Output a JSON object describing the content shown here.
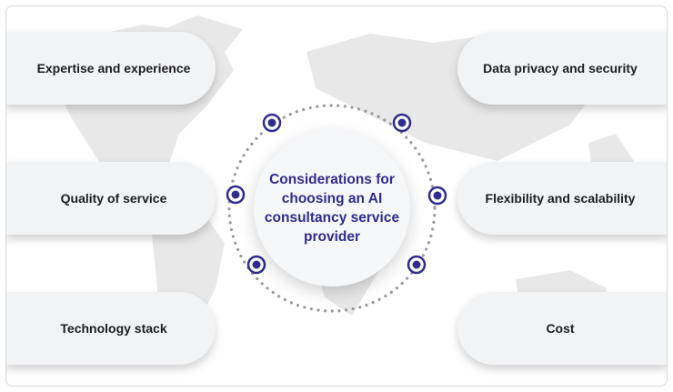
{
  "center": {
    "title": "Considerations for choosing an AI consultancy service provider"
  },
  "considerations": {
    "left": [
      "Expertise and experience",
      "Quality of service",
      "Technology stack"
    ],
    "right": [
      "Data privacy and security",
      "Flexibility and scalability",
      "Cost"
    ]
  },
  "colors": {
    "accent": "#2e2d8c",
    "ring_dots": "#9a9a9a",
    "pill_bg": "#f2f3f5",
    "map": "#e6e6e6"
  },
  "icons": [
    "node-marker-icon",
    "world-map-background"
  ]
}
